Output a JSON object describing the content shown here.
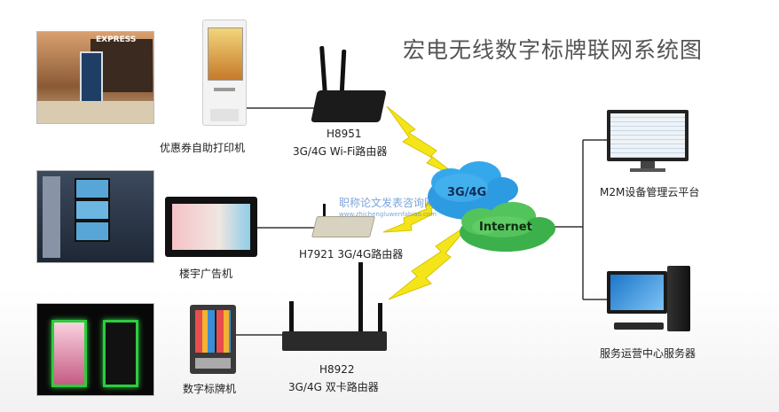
{
  "title": "宏电无线数字标牌联网系统图",
  "devices": {
    "coupon_printer": "优惠券自助打印机",
    "building_ad": "楼宇广告机",
    "digital_signage": "数字标牌机",
    "m2m_platform": "M2M设备管理云平台",
    "ops_server": "服务运营中心服务器"
  },
  "routers": {
    "h8951_model": "H8951",
    "h8951_desc": "3G/4G Wi-Fi路由器",
    "h7921": "H7921 3G/4G路由器",
    "h8922_model": "H8922",
    "h8922_desc": "3G/4G 双卡路由器"
  },
  "network": {
    "cloud_3g4g": "3G/4G",
    "cloud_internet": "Internet"
  },
  "photos": {
    "mall_sign": "EXPRESS"
  },
  "watermark": {
    "text": "职称论文发表咨询网",
    "url": "www.zhichengluwenfabiao.com"
  }
}
